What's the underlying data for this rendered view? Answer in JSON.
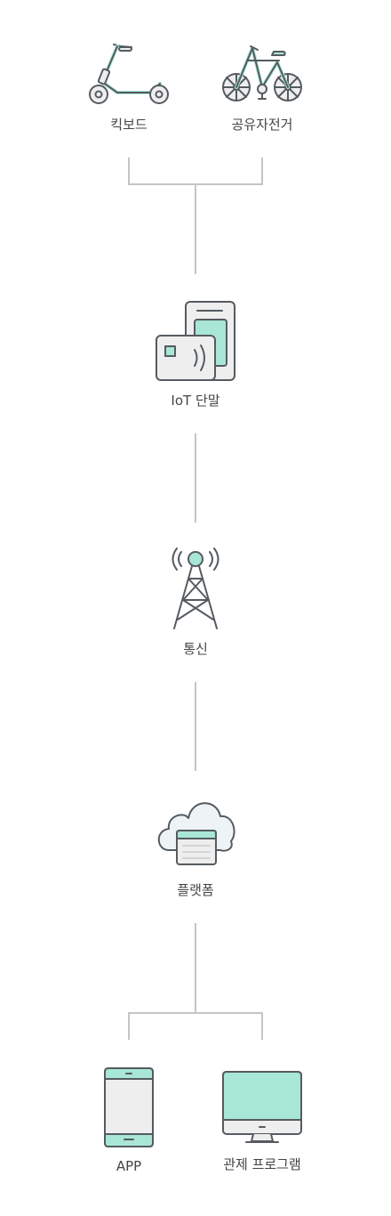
{
  "diagram": {
    "top_devices": [
      {
        "label": "킥보드",
        "icon": "kickboard-icon"
      },
      {
        "label": "공유자전거",
        "icon": "bicycle-icon"
      }
    ],
    "iot": {
      "label": "IoT 단말",
      "icon": "iot-terminal-icon"
    },
    "network": {
      "label": "통신",
      "icon": "antenna-tower-icon"
    },
    "platform": {
      "label": "플랫폼",
      "icon": "cloud-platform-icon"
    },
    "clients": [
      {
        "label": "APP",
        "icon": "smartphone-icon"
      },
      {
        "label": "관제 프로그램",
        "icon": "monitor-icon"
      }
    ]
  },
  "colors": {
    "accent": "#a8e6d6",
    "stroke": "#555b60",
    "fill_light": "#eeeeee",
    "connector": "#c5c5c5",
    "text": "#444444"
  }
}
